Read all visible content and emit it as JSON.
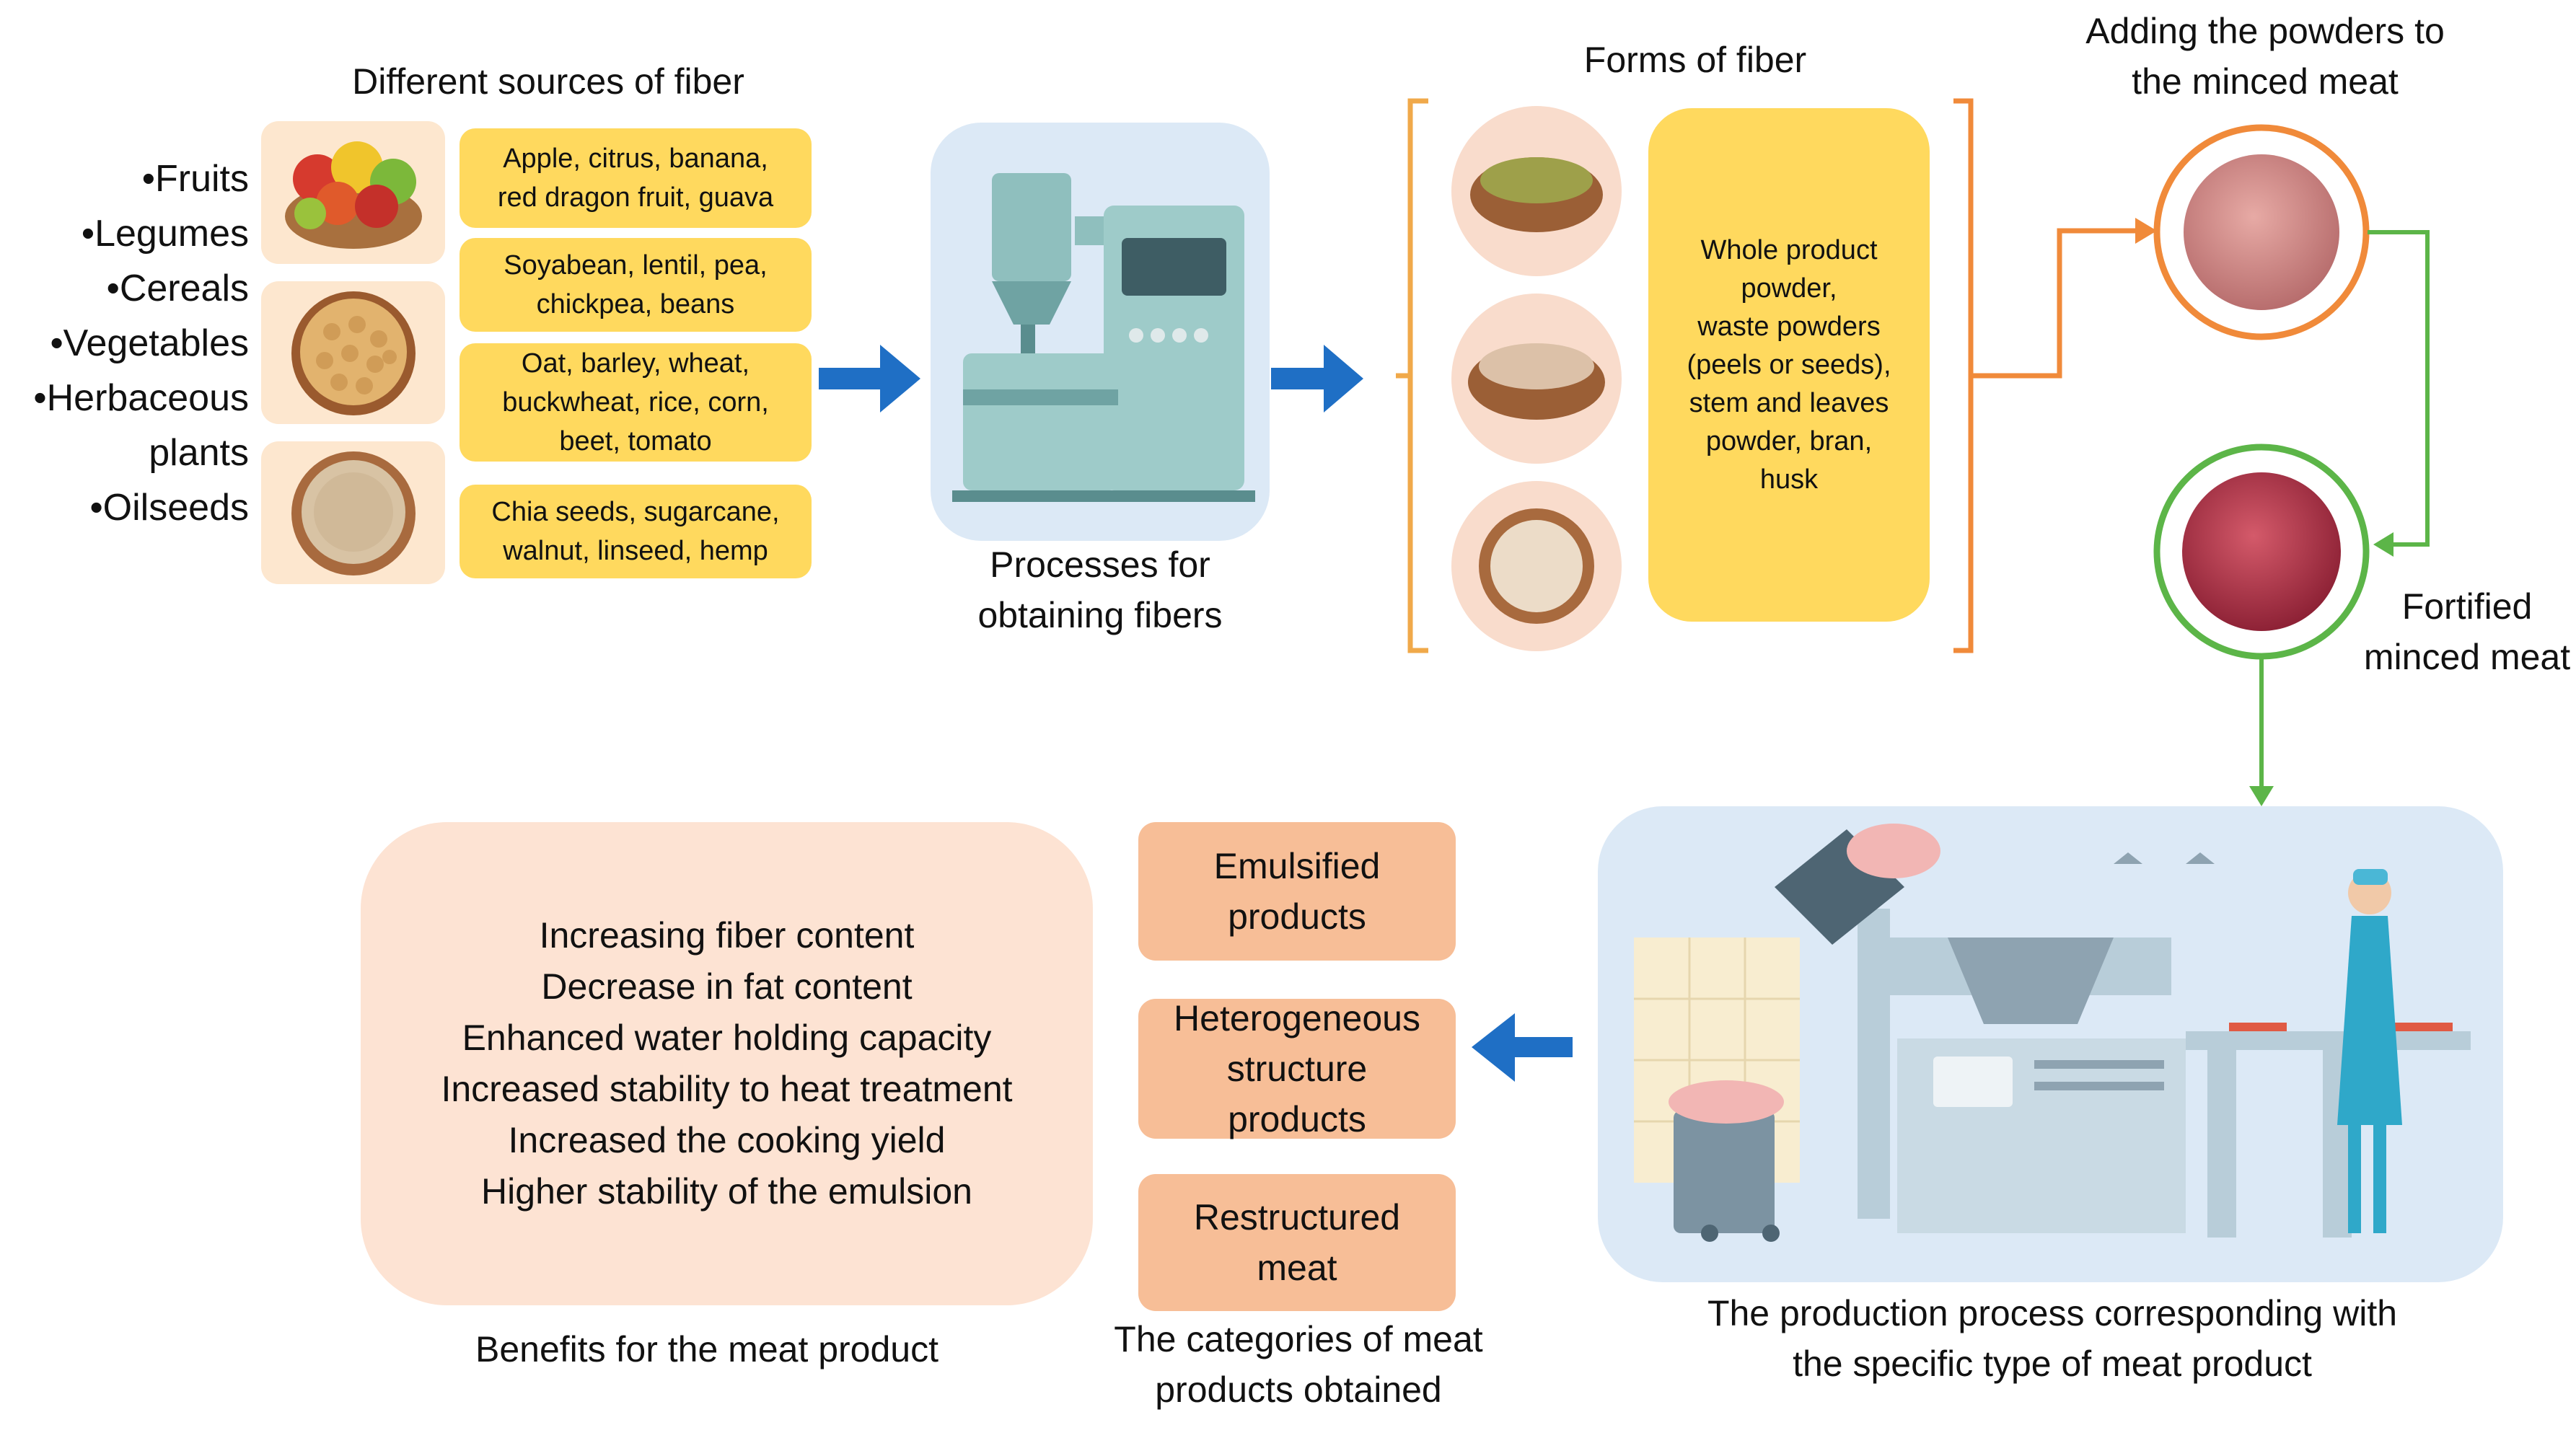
{
  "sources": {
    "title": "Different sources of fiber",
    "items": [
      "•Fruits",
      "•Legumes",
      "•Cereals",
      "•Vegetables",
      "•Herbaceous",
      "plants",
      "•Oilseeds"
    ],
    "boxes": [
      {
        "line1": "Apple, citrus, banana,",
        "line2": "red dragon fruit, guava",
        "line3": ""
      },
      {
        "line1": "Soyabean, lentil, pea,",
        "line2": "chickpea, beans",
        "line3": ""
      },
      {
        "line1": "Oat, barley, wheat,",
        "line2": "buckwheat, rice, corn,",
        "line3": "beet, tomato"
      },
      {
        "line1": "Chia seeds, sugarcane,",
        "line2": "walnut, linseed, hemp",
        "line3": ""
      }
    ]
  },
  "processes": {
    "line1": "Processes for",
    "line2": "obtaining fibers"
  },
  "forms": {
    "title": "Forms of fiber",
    "box_lines": [
      "Whole product",
      "powder,",
      "waste powders",
      "(peels or seeds),",
      "stem and leaves",
      "powder, bran,",
      "husk"
    ]
  },
  "adding": {
    "line1": "Adding the powders to",
    "line2": "the minced meat"
  },
  "fortified": {
    "line1": "Fortified",
    "line2": "minced meat"
  },
  "production": {
    "line1": "The production process corresponding with",
    "line2": "the specific type of meat product"
  },
  "categories": {
    "items": [
      {
        "line1": "Emulsified",
        "line2": "products",
        "line3": ""
      },
      {
        "line1": "Heterogeneous",
        "line2": "structure",
        "line3": "products"
      },
      {
        "line1": "Restructured",
        "line2": "meat",
        "line3": ""
      }
    ],
    "caption_line1": "The categories of meat",
    "caption_line2": "products obtained"
  },
  "benefits": {
    "items": [
      "Increasing fiber content",
      "Decrease in fat content",
      "Enhanced water holding capacity",
      "Increased stability to heat treatment",
      "Increased the cooking yield",
      "Higher stability of the emulsion"
    ],
    "caption": "Benefits for the meat product"
  },
  "colors": {
    "arrow_blue": "#1f6fc5",
    "orange": "#f08a3a",
    "green": "#5cb548",
    "yellow": "#ffd95e",
    "peach": "#f7be97"
  }
}
